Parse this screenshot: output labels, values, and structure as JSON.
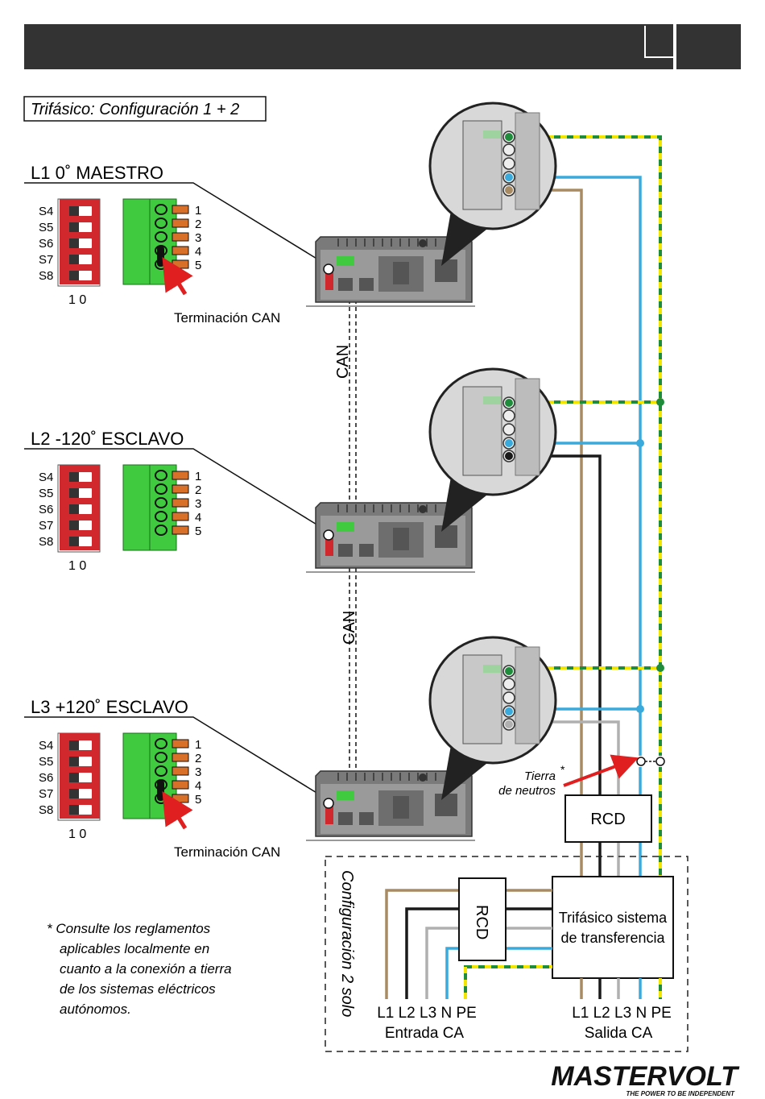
{
  "title_box": "Trifásico: Configuración 1 + 2",
  "units": [
    {
      "name": "L1 0˚ MAESTRO",
      "termination": true
    },
    {
      "name": "L2 -120˚ ESCLAVO",
      "termination": false
    },
    {
      "name": "L3 +120˚ ESCLAVO",
      "termination": true
    }
  ],
  "dip_labels": [
    "S4",
    "S5",
    "S6",
    "S7",
    "S8"
  ],
  "dip_scale": "1 0",
  "pin_labels": [
    "1",
    "2",
    "3",
    "4",
    "5"
  ],
  "termination_label": "Terminación CAN",
  "can_label": "CAN",
  "tierra_label_1": "Tierra",
  "tierra_label_2": "de neutros",
  "asterisk": "*",
  "rcd_label": "RCD",
  "transfer_label_1": "Trifásico sistema",
  "transfer_label_2": "de transferencia",
  "config2_label": "Configuración 2 solo",
  "input_terminals": "L1 L2 L3 N PE",
  "input_label": "Entrada CA",
  "output_terminals": "L1 L2 L3 N PE",
  "output_label": "Salida CA",
  "footnote": [
    "* Consulte los reglamentos",
    "aplicables localmente en",
    "cuanto a la conexión a tierra",
    "de los sistemas eléctricos",
    "autónomos."
  ],
  "brand": "MASTERVOLT",
  "tagline": "THE POWER TO BE INDEPENDENT",
  "colors": {
    "header": "#333333",
    "brown": "#a88b63",
    "blue": "#3aa9dc",
    "black": "#1a1a1a",
    "gray": "#b0b0b0",
    "green": "#1e8c3a",
    "yellow": "#f2e600",
    "dip_red": "#d1282e",
    "terminal_green": "#3fca3f",
    "arrow_red": "#e02020"
  }
}
